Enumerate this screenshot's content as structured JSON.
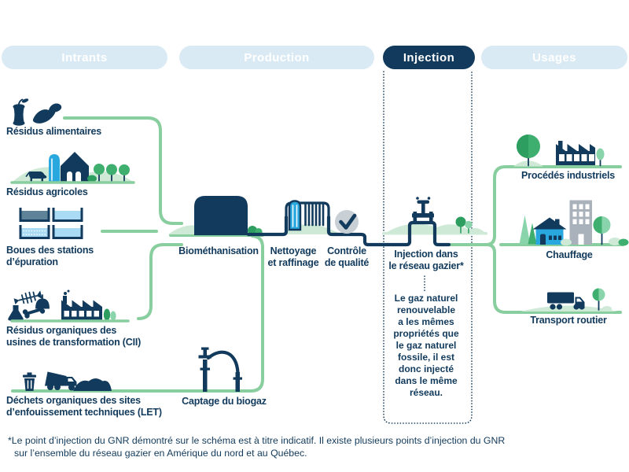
{
  "stages": [
    {
      "label": "Intrants",
      "state": "inactive"
    },
    {
      "label": "Production",
      "state": "inactive"
    },
    {
      "label": "Injection",
      "state": "active"
    },
    {
      "label": "Usages",
      "state": "inactive"
    }
  ],
  "intrants": {
    "items": [
      {
        "icon": "food-waste-icon",
        "lines": [
          "Résidus alimentaires"
        ]
      },
      {
        "icon": "farm-icon",
        "lines": [
          "Résidus agricoles"
        ]
      },
      {
        "icon": "sludge-basins-icon",
        "lines": [
          "Boues des stations",
          "d’épuration"
        ]
      },
      {
        "icon": "processing-plant-icon",
        "lines": [
          "Résidus organiques des",
          "usines de transformation (CII)"
        ]
      },
      {
        "icon": "landfill-icon",
        "lines": [
          "Déchets organiques des sites",
          "d’enfouissement techniques (LET)"
        ]
      }
    ]
  },
  "production": {
    "items": [
      {
        "icon": "digester-tank-icon",
        "lines": [
          "Biométhanisation"
        ]
      },
      {
        "icon": "scrubber-icon",
        "lines": [
          "Nettoyage",
          "et raffinage"
        ]
      },
      {
        "icon": "checkmark-icon",
        "lines": [
          "Contrôle",
          "de qualité"
        ]
      },
      {
        "icon": "wellhead-icon",
        "lines": [
          "Captage du biogaz"
        ]
      }
    ]
  },
  "injection": {
    "icon": "pipeline-valve-icon",
    "label_lines": [
      "Injection dans",
      "le réseau gazier*"
    ],
    "note_lines": [
      "Le gaz naturel",
      "renouvelable",
      "a les mêmes",
      "propriétés que",
      "le gaz naturel",
      "fossile, il est",
      "donc injecté",
      "dans le même",
      "réseau."
    ]
  },
  "usages": {
    "items": [
      {
        "icon": "industry-icon",
        "lines": [
          "Procédés industriels"
        ]
      },
      {
        "icon": "buildings-icon",
        "lines": [
          "Chauffage"
        ]
      },
      {
        "icon": "truck-icon",
        "lines": [
          "Transport routier"
        ]
      }
    ]
  },
  "footnote": {
    "lines": [
      "*Le point d’injection du GNR démontré sur le schéma est à titre indicatif. Il existe plusieurs points d’injection du GNR",
      "sur l’ensemble du réseau gazier en Amérique du nord et au Québec."
    ]
  },
  "colors": {
    "navy": "#113A5C",
    "green_line": "#89CE9E",
    "green_light": "#CEE9D6",
    "green_mid": "#3FAF6F",
    "green_dark": "#2E9E60",
    "green_soft": "#8AD4AC",
    "blue": "#29A8E0",
    "blue_light": "#A9DBF4",
    "steel": "#5E8297",
    "gray": "#A9B2BA",
    "gray_light": "#C8CFD5",
    "pill_bg": "#D9EAF4",
    "pill_active_bg": "#113A5C",
    "pill_text": "#FFFFFF",
    "background": "#FFFFFF"
  }
}
